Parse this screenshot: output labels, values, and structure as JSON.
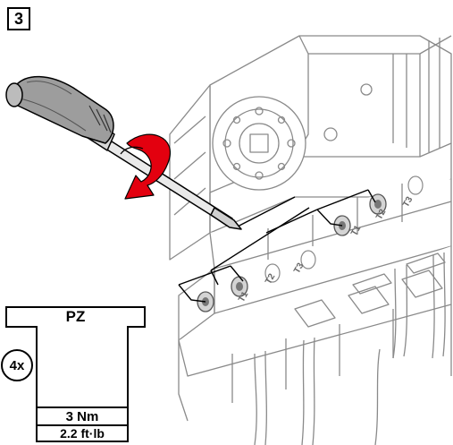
{
  "step": {
    "number": "3"
  },
  "torque_spec": {
    "bit_type": "PZ",
    "quantity": "4x",
    "torque_metric": "3 Nm",
    "torque_imperial": "2.2 ft·lb"
  },
  "terminals": {
    "upper_row": [
      "T1",
      "T2",
      "T3"
    ],
    "lower_row": [
      "T1",
      "T2",
      "T3"
    ]
  },
  "colors": {
    "arrow": "#e3000f",
    "line_art": "#8a8a8a",
    "outline": "#000000"
  }
}
